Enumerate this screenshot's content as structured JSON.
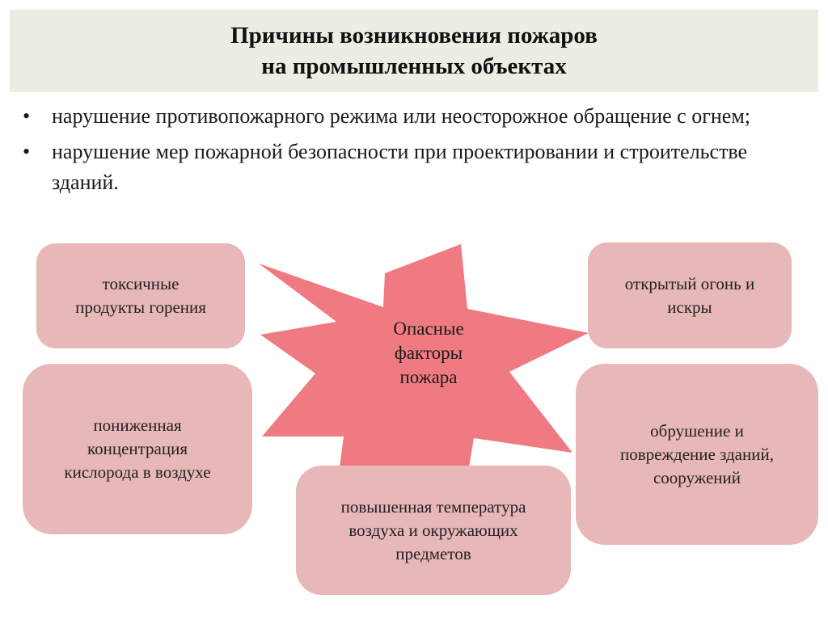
{
  "title": {
    "line1": "Причины возникновения пожаров",
    "line2": "на промышленных объектах"
  },
  "bullets": [
    {
      "dot": "•",
      "text": "нарушение противопожарного режима или неосторожное обращение с огнем;"
    },
    {
      "dot": "•",
      "text": "нарушение мер пожарной безопасности при проектировании и строительстве зданий."
    }
  ],
  "center": {
    "line1": "Опасные",
    "line2": "факторы",
    "line3": "пожара"
  },
  "boxes": {
    "toxic": [
      "токсичные",
      "продукты горения"
    ],
    "open_fire": [
      "открытый огонь и",
      "искры"
    ],
    "oxygen": [
      "пониженная",
      "концентрация",
      "кислорода в воздухе"
    ],
    "collapse": [
      "обрушение и",
      "повреждение зданий,",
      "сооружений"
    ],
    "temperature": [
      "повышенная температура",
      "воздуха и окружающих",
      "предметов"
    ]
  },
  "colors": {
    "title_bg": "#ebefe3",
    "box_fill": "#e8b7b8",
    "burst_fill": "#ef7a82"
  }
}
